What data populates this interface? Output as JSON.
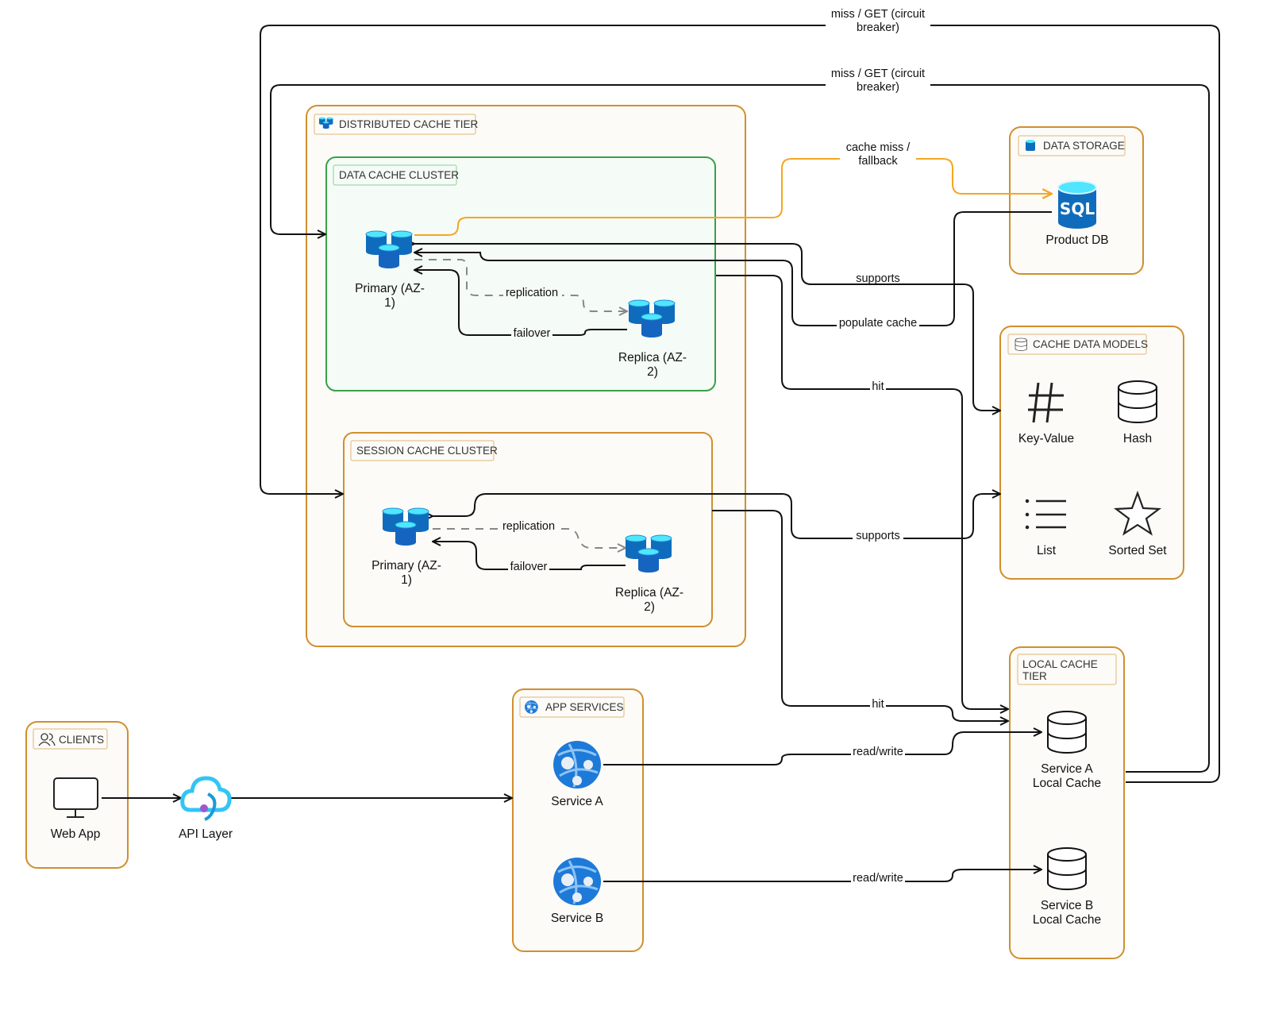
{
  "colors": {
    "group_border": "#d08f2e",
    "cluster_border": "#3aa04a",
    "orange_edge": "#f5a623",
    "azure_blue": "#0f6cbd",
    "azure_cyan": "#50e6ff"
  },
  "groups": {
    "distributed": {
      "title": "DISTRIBUTED CACHE TIER",
      "icon": "redis-cache-icon"
    },
    "data_cluster": {
      "title": "DATA CACHE CLUSTER"
    },
    "session_cluster": {
      "title": "SESSION CACHE CLUSTER"
    },
    "data_storage": {
      "title": "DATA STORAGE",
      "icon": "sql-database-icon"
    },
    "models": {
      "title": "CACHE DATA MODELS",
      "icon": "database-outline-icon"
    },
    "local": {
      "title_line1": "LOCAL CACHE",
      "title_line2": "TIER"
    },
    "app": {
      "title": "APP SERVICES",
      "icon": "app-service-icon"
    },
    "clients": {
      "title": "CLIENTS",
      "icon": "users-icon"
    }
  },
  "nodes": {
    "data_primary": {
      "line1": "Primary (AZ-",
      "line2": "1)"
    },
    "data_replica": {
      "line1": "Replica (AZ-",
      "line2": "2)"
    },
    "session_primary": {
      "line1": "Primary (AZ-",
      "line2": "1)"
    },
    "session_replica": {
      "line1": "Replica (AZ-",
      "line2": "2)"
    },
    "product_db": {
      "label": "Product DB",
      "icon_text": "SQL"
    },
    "key_value": {
      "label": "Key-Value"
    },
    "hash": {
      "label": "Hash"
    },
    "list": {
      "label": "List"
    },
    "sorted_set": {
      "label": "Sorted Set"
    },
    "local_a": {
      "line1": "Service A",
      "line2": "Local Cache"
    },
    "local_b": {
      "line1": "Service B",
      "line2": "Local Cache"
    },
    "service_a": {
      "label": "Service A"
    },
    "service_b": {
      "label": "Service B"
    },
    "web_app": {
      "label": "Web App"
    },
    "api": {
      "label": "API Layer"
    }
  },
  "edges": {
    "miss1": {
      "line1": "miss / GET (circuit",
      "line2": "breaker)"
    },
    "miss2": {
      "line1": "miss / GET (circuit",
      "line2": "breaker)"
    },
    "fallback": {
      "line1": "cache miss /",
      "line2": "fallback"
    },
    "supports_data": "supports",
    "populate": "populate cache",
    "hit_data": "hit",
    "supports_session": "supports",
    "hit_session": "hit",
    "rw_a": "read/write",
    "rw_b": "read/write",
    "rep_data": "replication",
    "fail_data": "failover",
    "rep_session": "replication",
    "fail_session": "failover"
  }
}
